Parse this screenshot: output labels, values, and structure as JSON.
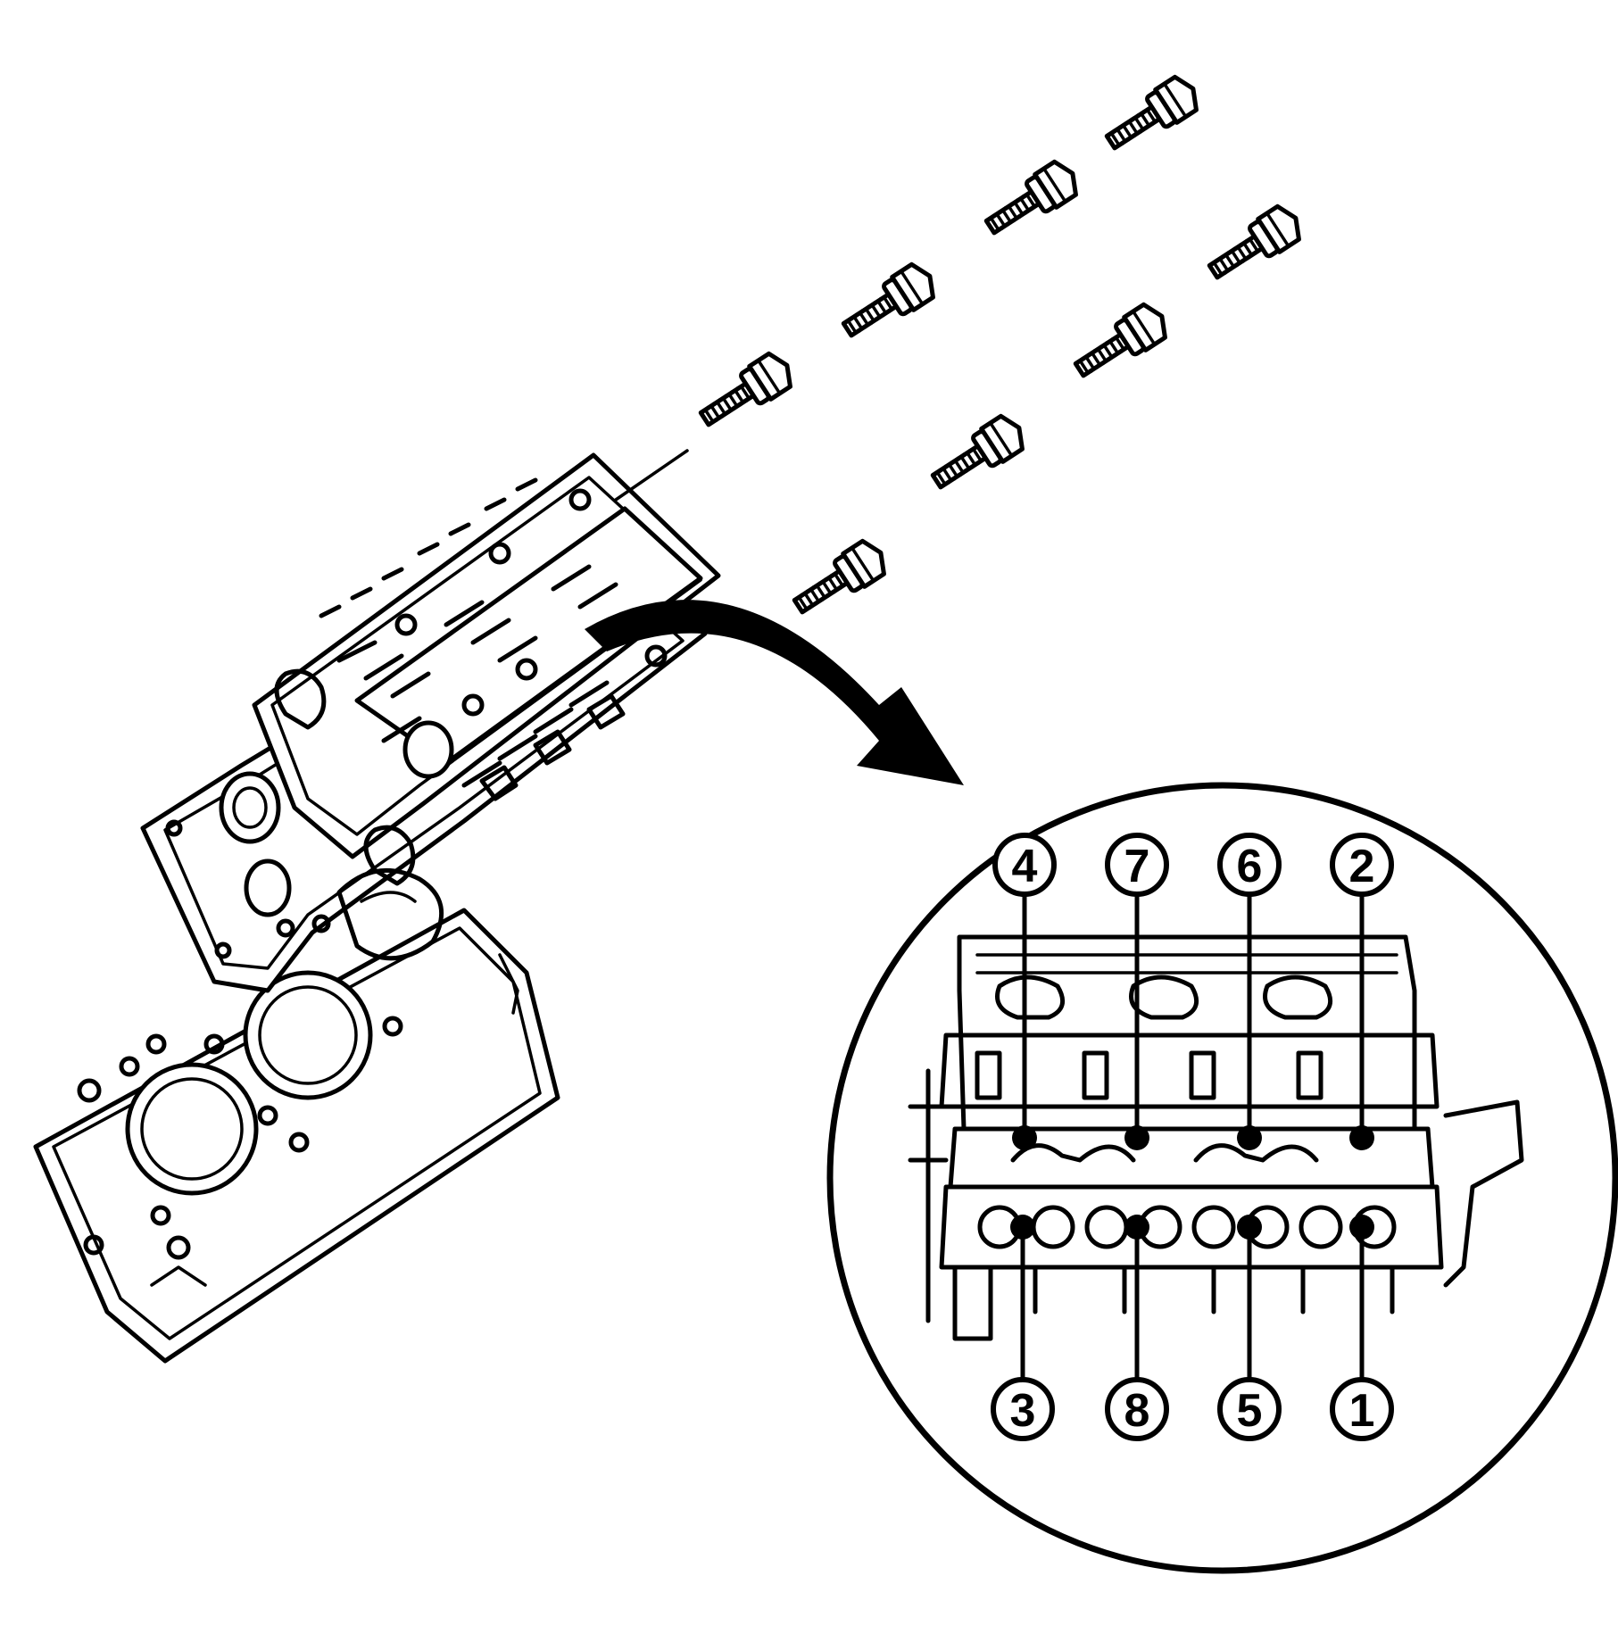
{
  "callouts": {
    "top": [
      "4",
      "7",
      "6",
      "2"
    ],
    "bottom": [
      "3",
      "8",
      "5",
      "1"
    ]
  },
  "colors": {
    "line": "#000000",
    "background": "#ffffff"
  }
}
